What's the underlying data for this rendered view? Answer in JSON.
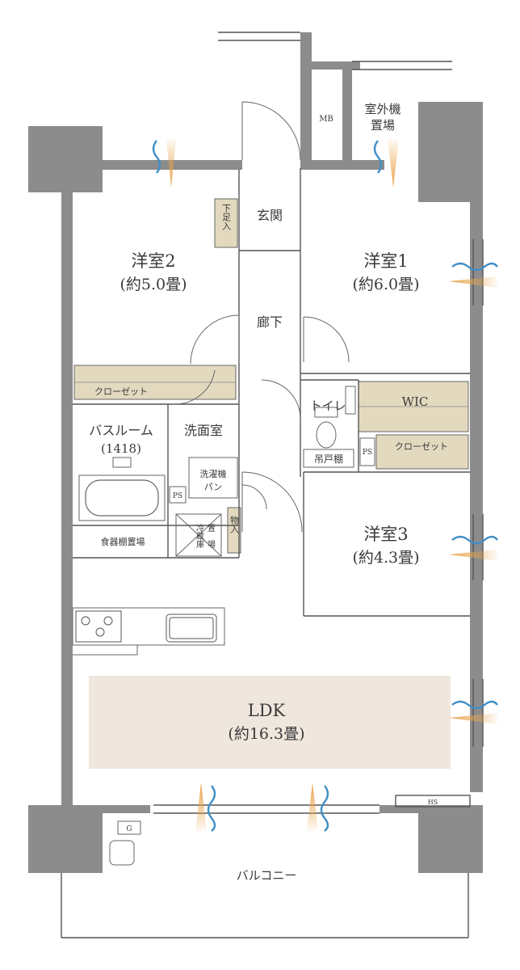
{
  "rooms": {
    "western2": {
      "name": "洋室2",
      "size": "(約5.0畳)"
    },
    "western1": {
      "name": "洋室1",
      "size": "(約6.0畳)"
    },
    "western3": {
      "name": "洋室3",
      "size": "(約4.3畳)"
    },
    "ldk": {
      "name": "LDK",
      "size": "(約16.3畳)"
    },
    "entrance": "玄関",
    "hallway": "廊下",
    "toilet": "トイレ",
    "wic": "WIC",
    "closet_left": "クローゼット",
    "closet_right": "クローゼット",
    "bathroom": {
      "name": "バスルーム",
      "size": "(1418)"
    },
    "washroom": "洗面室",
    "washer_pan": {
      "line1": "洗濯機",
      "line2": "パン"
    },
    "fridge": {
      "col1": "冷蔵庫",
      "col2": "置　場"
    },
    "pantry": "食器棚置場",
    "storage": "物入",
    "shoe_box": "下足入",
    "hanging_shelf": "吊戸棚",
    "mb": "MB",
    "outdoor_unit": {
      "line1": "室外機",
      "line2": "置場"
    },
    "balcony": "バルコニー",
    "ps_left": "PS",
    "ps_right": "PS",
    "hs": "HS",
    "gas": "G"
  },
  "colors": {
    "wall": "#8c8c8c",
    "closet_fill": "#e3d9bf",
    "ldk_fill": "#efe7dd",
    "airflow_orange": "#e8a34a",
    "airflow_blue": "#3f8fc6",
    "line": "#555555"
  },
  "icons": [
    "airflow-icon",
    "door-swing-icon",
    "bathtub-icon",
    "stove-icon",
    "sink-icon",
    "toilet-icon"
  ]
}
